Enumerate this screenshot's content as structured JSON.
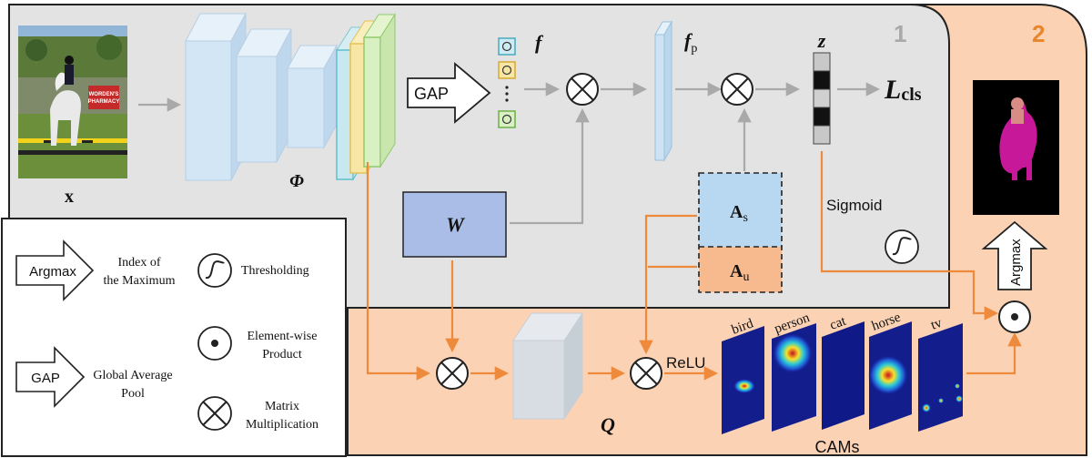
{
  "labels": {
    "region1": "1",
    "region2": "2",
    "x": "x",
    "phi": "Φ",
    "gap": "GAP",
    "f": "f",
    "f_p": "f",
    "f_p_sub": "p",
    "z": "z",
    "l_cls": "L",
    "l_cls_sub": "cls",
    "w": "W",
    "a_s": "A",
    "a_s_sub": "s",
    "a_u": "A",
    "a_u_sub": "u",
    "sigmoid": "Sigmoid",
    "argmax_vertical": "Argmax",
    "q": "Q",
    "relu": "ReLU",
    "cams": "CAMs",
    "image_sign_line1": "WORDEN'S",
    "image_sign_line2": "PHARMACY"
  },
  "cam_labels": [
    "bird",
    "person",
    "cat",
    "horse",
    "tv"
  ],
  "legend": {
    "argmax_box": "Argmax",
    "argmax_line1": "Index of",
    "argmax_line2": "the Maximum",
    "thresholding": "Thresholding",
    "elementwise_line1": "Element-wise",
    "elementwise_line2": "Product",
    "gap_box": "GAP",
    "gap_line1": "Global Average",
    "gap_line2": "Pool",
    "matmul_line1": "Matrix",
    "matmul_line2": "Multiplication"
  },
  "colors": {
    "grey_region": "#e3e3e3",
    "orange_region": "#fbd2b4",
    "orange_arrow": "#ee8a3c",
    "grey_arrow": "#a9a9a9",
    "w_box": "#a9bde6",
    "a_s_box": "#b8d7f0",
    "a_u_box": "#f7b98e",
    "a_s_text": "#2e5c8a",
    "a_u_text": "#a0522d",
    "region_label_grey": "#a9a9a9",
    "region_label_orange": "#e8862e"
  }
}
